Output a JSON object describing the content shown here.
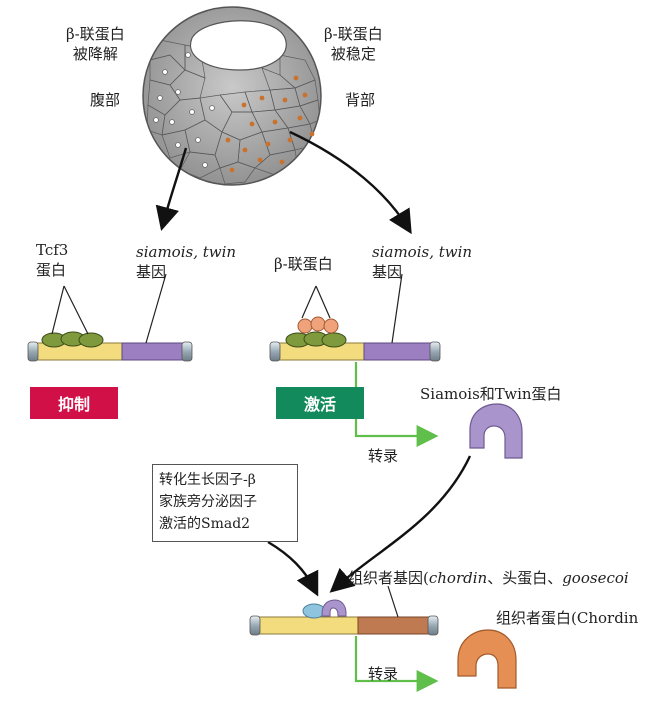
{
  "labels": {
    "degraded": "β-联蛋白\n被降解",
    "stabilized": "β-联蛋白\n被稳定",
    "ventral": "腹部",
    "dorsal": "背部",
    "tcf3": "Tcf3\n蛋白",
    "genes_left_italic": "siamois, twin",
    "genes_left": "基因",
    "beta_catenin": "β-联蛋白",
    "genes_right_italic": "siamois, twin",
    "genes_right": "基因",
    "siamois_twin_protein": "Siamois和Twin蛋白",
    "transcription_1": "转录",
    "transcription_2": "转录",
    "smad2_box": "转化生长因子-β\n家族旁分泌因子\n激活的Smad2",
    "organizer_genes_prefix": "组织者基因(",
    "organizer_genes_italic1": "chordin",
    "organizer_genes_mid": "、头蛋白、",
    "organizer_genes_italic2": "goosecoi",
    "organizer_protein": "组织者蛋白(Chordin"
  },
  "badges": {
    "repress": "抑制",
    "activate": "激活"
  },
  "colors": {
    "repress": "#d01047",
    "activate": "#138a5c",
    "gene_purple": "#9b7fc0",
    "gene_brown": "#c07a52",
    "dna_yellow": "#f2dc7d",
    "tcf3_green": "#7f9a3c",
    "beta_orange": "#f0a27a",
    "protein_purple": "#a995cc",
    "protein_orange": "#e58f55",
    "smad_blue": "#8fc4df",
    "arrow_green": "#5fbf4a"
  }
}
